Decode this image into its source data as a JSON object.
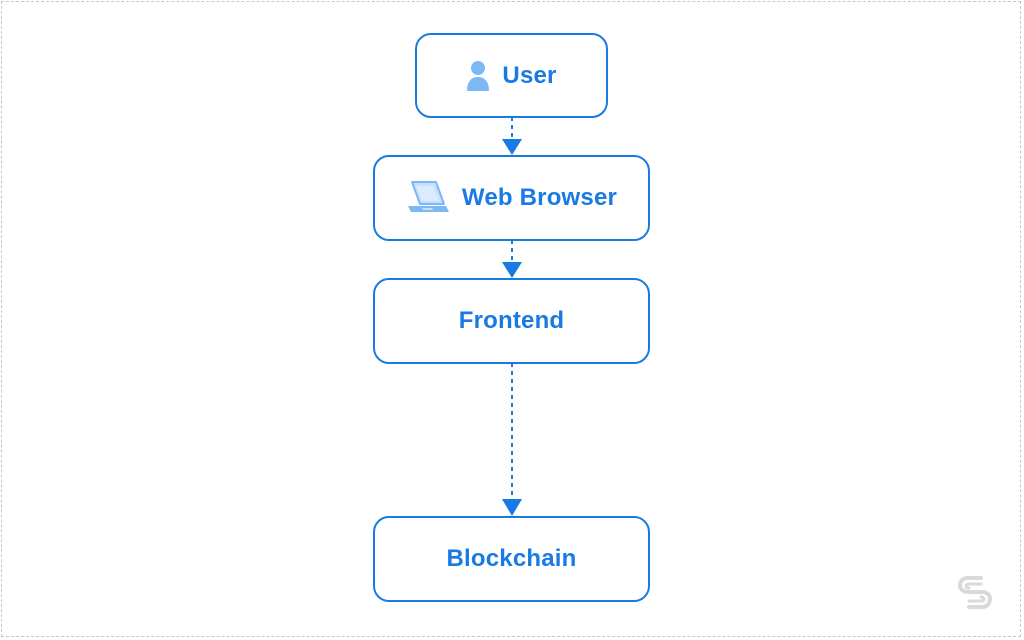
{
  "diagram": {
    "nodes": [
      {
        "id": "user",
        "label": "User",
        "icon": "user-icon"
      },
      {
        "id": "web-browser",
        "label": "Web Browser",
        "icon": "laptop-icon"
      },
      {
        "id": "frontend",
        "label": "Frontend",
        "icon": ""
      },
      {
        "id": "blockchain",
        "label": "Blockchain",
        "icon": ""
      }
    ],
    "edges": [
      {
        "from": "user",
        "to": "web-browser",
        "style": "dashed-arrow"
      },
      {
        "from": "web-browser",
        "to": "frontend",
        "style": "dashed-arrow"
      },
      {
        "from": "frontend",
        "to": "blockchain",
        "style": "dashed-arrow"
      }
    ],
    "colors": {
      "accent": "#1a7ae3",
      "icon_fill": "#7cb8f5",
      "icon_light": "#c6e0fb",
      "frame": "#c7c7c7",
      "logo": "#d9d9d9"
    },
    "logo_icon": "brand-logo-icon"
  }
}
